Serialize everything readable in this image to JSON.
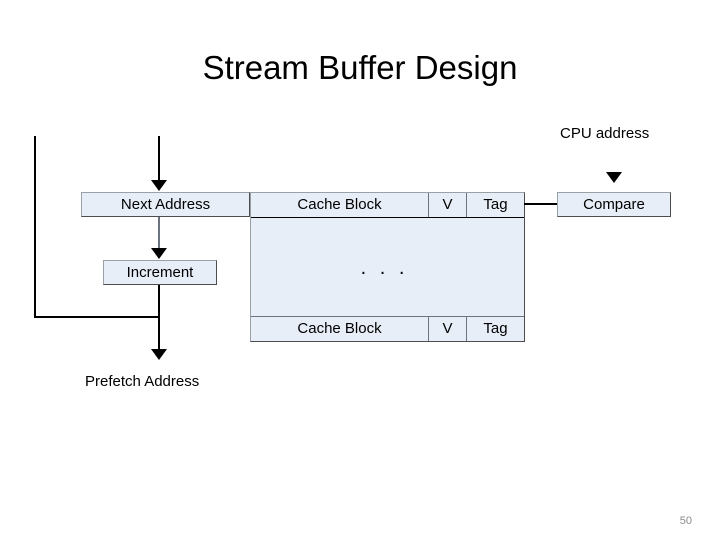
{
  "slide": {
    "title": "Stream Buffer Design",
    "page_number": "50"
  },
  "colors": {
    "box_fill": "#e8eef7",
    "box_border": "#4d4d4d",
    "line": "#000000",
    "page_number": "#8a8a8a",
    "background": "#ffffff"
  },
  "diagram": {
    "type": "block-diagram",
    "labels": {
      "cpu_address": "CPU address",
      "prefetch_address": "Prefetch Address"
    },
    "boxes": {
      "next_address": "Next Address",
      "increment": "Increment",
      "compare": "Compare"
    },
    "stream_buffer": {
      "columns": [
        "Cache Block",
        "V",
        "Tag"
      ],
      "rows": [
        {
          "block": "Cache Block",
          "valid": "V",
          "tag": "Tag"
        },
        {
          "block": "Cache Block",
          "valid": "V",
          "tag": "Tag"
        }
      ],
      "continuation": ". . ."
    },
    "connectors": [
      {
        "from": "top-input",
        "to": "next-address",
        "kind": "arrow-down"
      },
      {
        "from": "next-address",
        "to": "increment",
        "kind": "arrow-down"
      },
      {
        "from": "increment",
        "to": "prefetch-address",
        "kind": "arrow-down"
      },
      {
        "from": "feedback-loop",
        "to": "next-address",
        "kind": "line"
      },
      {
        "from": "cpu-address",
        "to": "compare",
        "kind": "arrow-down"
      },
      {
        "from": "stream-buffer-tag",
        "to": "compare",
        "kind": "line"
      }
    ]
  }
}
